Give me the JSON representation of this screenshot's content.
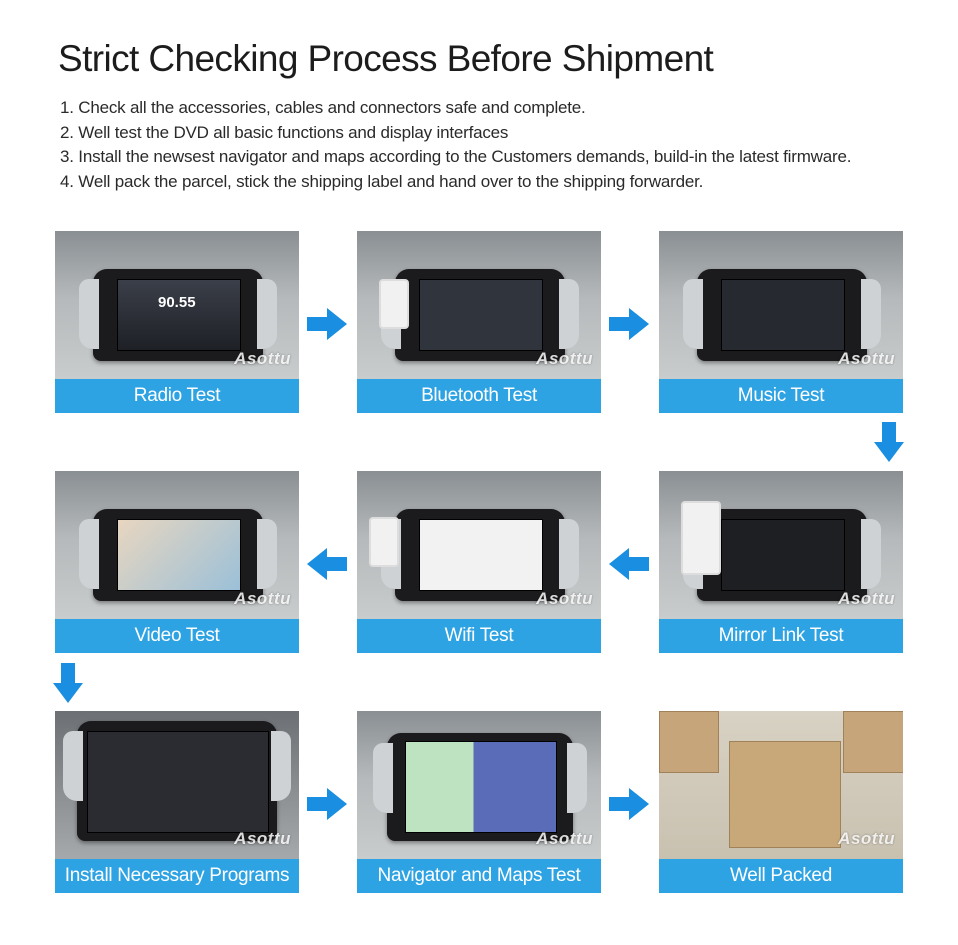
{
  "header": {
    "title": "Strict Checking Process Before Shipment",
    "steps": [
      "1. Check all the accessories, cables and connectors safe and complete.",
      "2. Well test the DVD all basic functions and display interfaces",
      "3. Install the newsest navigator and maps according to the Customers demands, build-in the latest firmware.",
      "4. Well pack the parcel, stick the shipping label and hand over to the shipping forwarder."
    ]
  },
  "watermark": "Asottu",
  "radio_frequency": "90.55",
  "cards": [
    {
      "label": "Radio Test"
    },
    {
      "label": "Bluetooth Test"
    },
    {
      "label": "Music Test"
    },
    {
      "label": "Video Test"
    },
    {
      "label": "Wifi Test"
    },
    {
      "label": "Mirror Link Test"
    },
    {
      "label": "Install Necessary Programs"
    },
    {
      "label": "Navigator and Maps Test"
    },
    {
      "label": "Well Packed"
    }
  ],
  "colors": {
    "accent": "#2ea3e3",
    "arrow": "#1a8ee0"
  },
  "icons": [
    "arrow-right-icon",
    "arrow-left-icon",
    "arrow-down-icon"
  ]
}
